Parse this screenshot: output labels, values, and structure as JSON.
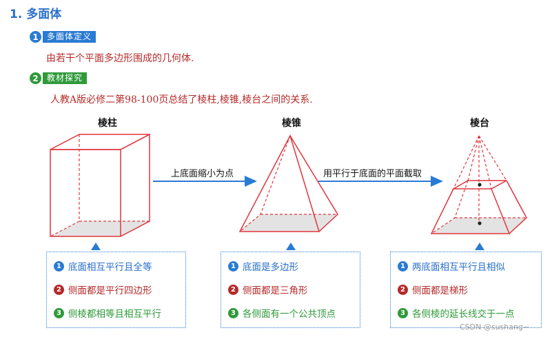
{
  "title": "1. 多面体",
  "definition": {
    "num": "1",
    "tag": "多面体定义",
    "text": "由若干个平面多边形围成的几何体."
  },
  "textbook": {
    "num": "2",
    "tag": "教材探究",
    "text": "人教A版必修二第98-100页总结了棱柱,棱锥,棱台之间的关系."
  },
  "shapes": {
    "prism": "棱柱",
    "pyramid": "棱锥",
    "frustum": "棱台"
  },
  "arrows": {
    "first": "上底面缩小为点",
    "second": "用平行于底面的平面截取"
  },
  "properties": {
    "prism": [
      {
        "num": "1",
        "text": "底面相互平行且全等"
      },
      {
        "num": "2",
        "text": "侧面都是平行四边形"
      },
      {
        "num": "3",
        "text": "侧棱都相等且相互平行"
      }
    ],
    "pyramid": [
      {
        "num": "1",
        "text": "底面是多边形"
      },
      {
        "num": "2",
        "text": "侧面都是三角形"
      },
      {
        "num": "3",
        "text": "各侧面有一个公共顶点"
      }
    ],
    "frustum": [
      {
        "num": "1",
        "text": "两底面相互平行且相似"
      },
      {
        "num": "2",
        "text": "侧面都是梯形"
      },
      {
        "num": "3",
        "text": "各侧棱的延长线交于一点"
      }
    ]
  },
  "watermark": "CSDN @sushang~",
  "colors": {
    "title": "#2a6fc9",
    "tag_blue": "#2a7bd4",
    "tag_green": "#2f9a3a",
    "text_red": "#b52a2a",
    "shape_red": "#e0343b",
    "num_blue": "#2a7bd4",
    "num_red": "#b52a2a",
    "num_green": "#2f9a3a"
  }
}
